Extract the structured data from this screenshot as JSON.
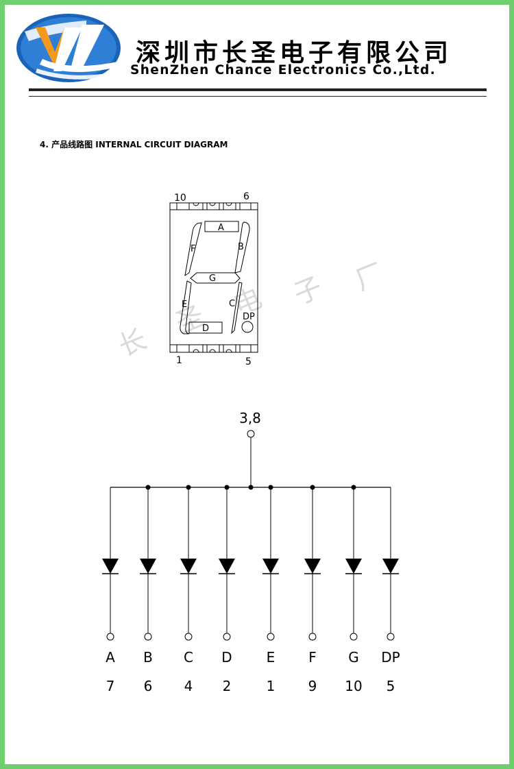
{
  "header": {
    "company_cn": "深圳市长圣电子有限公司",
    "company_en": "ShenZhen Chance Electronics Co.,Ltd."
  },
  "section": {
    "title": "4. 产品线路图 INTERNAL CIRCUIT DIAGRAM"
  },
  "watermark": [
    "长",
    "圣",
    "电",
    "子",
    "厂"
  ],
  "display": {
    "pin_top_left": "10",
    "pin_top_right": "6",
    "pin_bottom_left": "1",
    "pin_bottom_right": "5",
    "segments": {
      "a": "A",
      "b": "B",
      "c": "C",
      "d": "D",
      "e": "E",
      "f": "F",
      "g": "G",
      "dp": "DP"
    }
  },
  "circuit": {
    "common_pins": "3,8",
    "segments": [
      {
        "name": "A",
        "pin": "7"
      },
      {
        "name": "B",
        "pin": "6"
      },
      {
        "name": "C",
        "pin": "4"
      },
      {
        "name": "D",
        "pin": "2"
      },
      {
        "name": "E",
        "pin": "1"
      },
      {
        "name": "F",
        "pin": "9"
      },
      {
        "name": "G",
        "pin": "10"
      },
      {
        "name": "DP",
        "pin": "5"
      }
    ]
  },
  "colors": {
    "frame": "#6fcf6f",
    "logo_blue": "#1a63b8",
    "logo_orange": "#f39a1e",
    "watermark": "#dadada"
  }
}
